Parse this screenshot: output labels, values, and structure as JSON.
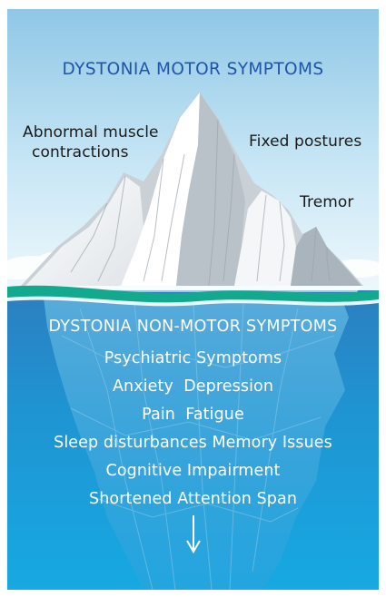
{
  "above_water": {
    "title": "DYSTONIA MOTOR SYMPTOMS",
    "labels": {
      "abnormal_line1": "Abnormal muscle",
      "abnormal_line2": "contractions",
      "fixed_postures": "Fixed postures",
      "tremor": "Tremor"
    }
  },
  "below_water": {
    "title": "DYSTONIA NON-MOTOR SYMPTOMS",
    "lines": [
      "Psychiatric Symptoms",
      "Anxiety  Depression",
      "Pain  Fatigue",
      "Sleep disturbances Memory Issues",
      "Cognitive Impairment",
      "Shortened Attention Span"
    ]
  },
  "colors": {
    "sky_top": "#8fc7e6",
    "sky_bottom": "#eaf6fc",
    "water_top": "#2f86c4",
    "water_bottom": "#1aa6e0",
    "waterline": "#12a98f",
    "title_blue": "#1f55a8"
  },
  "icons": [
    "down-arrow-icon"
  ]
}
